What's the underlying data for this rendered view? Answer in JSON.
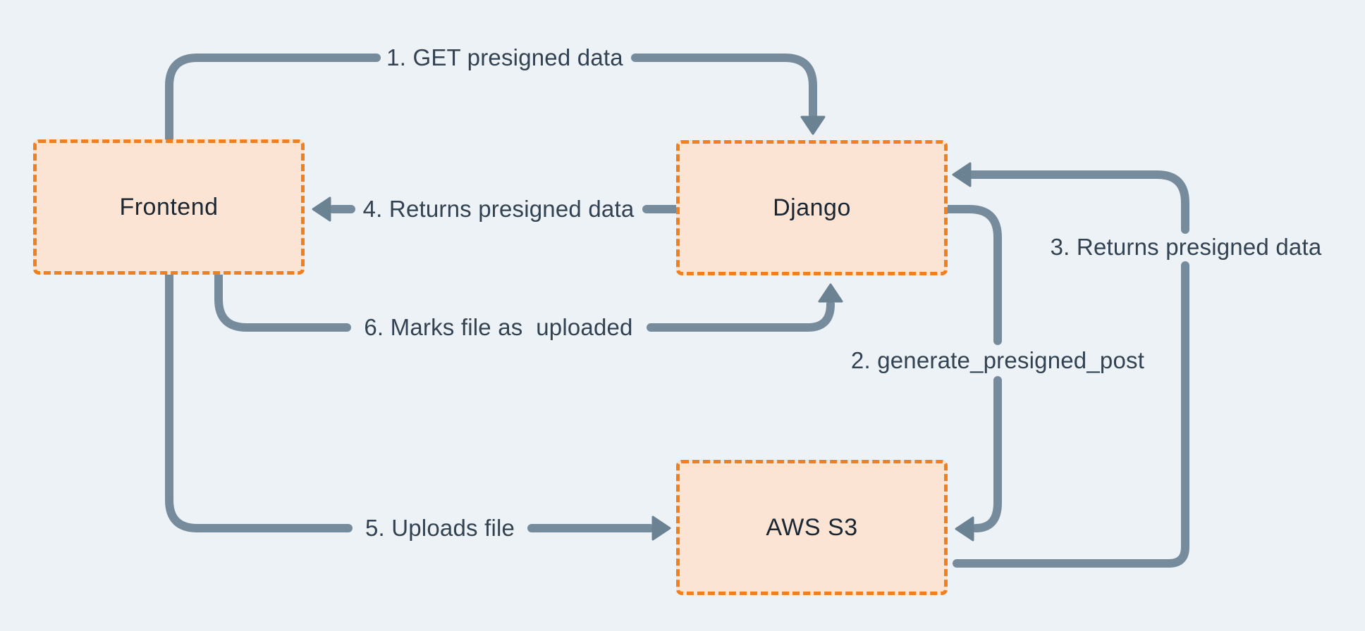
{
  "diagram": {
    "colors": {
      "background": "#edf2f6",
      "line": "#768c9d",
      "arrowhead": "#6b8293",
      "box_fill": "#fce4d4",
      "box_border": "#f0801f",
      "box_text": "#1a2632",
      "label_text": "#334251"
    },
    "nodes": [
      {
        "id": "frontend",
        "label": "Frontend"
      },
      {
        "id": "django",
        "label": "Django"
      },
      {
        "id": "aws-s3",
        "label": "AWS S3"
      }
    ],
    "edges": [
      {
        "step": 1,
        "label": "1. GET presigned data",
        "from": "Frontend",
        "to": "Django"
      },
      {
        "step": 2,
        "label": "2. generate_presigned_post",
        "from": "Django",
        "to": "AWS S3"
      },
      {
        "step": 3,
        "label": "3. Returns presigned data",
        "from": "AWS S3",
        "to": "Django"
      },
      {
        "step": 4,
        "label": "4. Returns presigned data",
        "from": "Django",
        "to": "Frontend"
      },
      {
        "step": 5,
        "label": "5. Uploads file",
        "from": "Frontend",
        "to": "AWS S3"
      },
      {
        "step": 6,
        "label": "6. Marks file as  uploaded",
        "from": "Frontend",
        "to": "Django"
      }
    ]
  }
}
